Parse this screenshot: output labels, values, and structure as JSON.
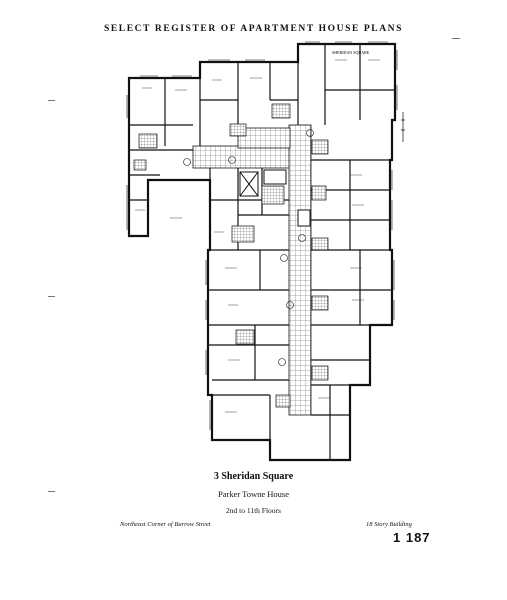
{
  "page": {
    "title": "SELECT REGISTER OF APARTMENT HOUSE PLANS"
  },
  "plan": {
    "street_label": "SHERIDAN SQUARE"
  },
  "caption": {
    "address": "3 Sheridan Square",
    "building_name": "Parker Towne House",
    "floors": "2nd to 11th Floors"
  },
  "footer": {
    "location": "Northeast Corner of Barrow Street",
    "building_type": "18 Story Building",
    "page_number": "1 187"
  }
}
